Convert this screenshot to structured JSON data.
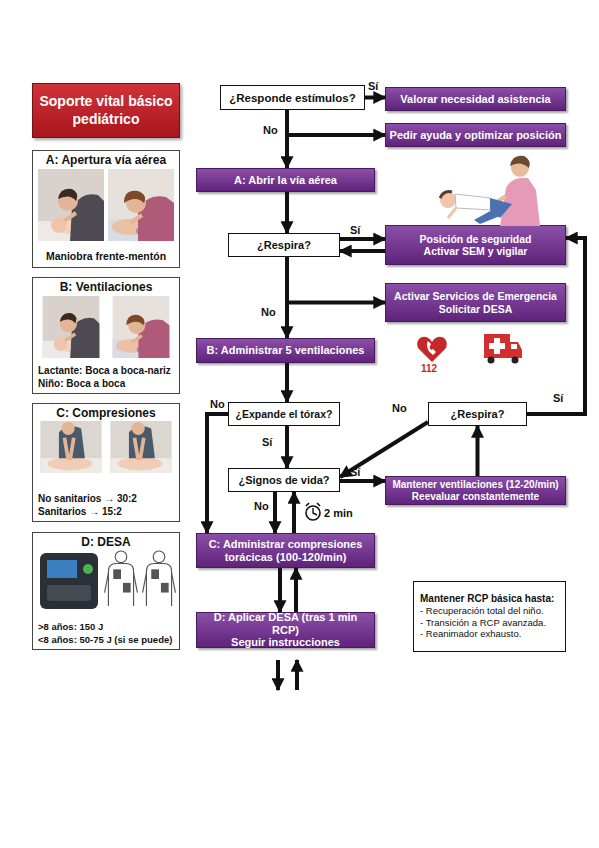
{
  "diagram": {
    "title": "Soporte vital básico pediátrico",
    "nodes": [
      {
        "text": [
          "A: Apertura vía aérea",
          "Maniobra frente-mentón"
        ]
      },
      {
        "text": [
          "B: Ventilaciones",
          "Lactante: Boca a boca-nariz",
          "Niño: Boca a boca"
        ]
      },
      {
        "text": [
          "C: Compresiones",
          "No sanitarios → 30:2",
          "Sanitarios → 15:2"
        ]
      },
      {
        "text": [
          "D: DESA",
          ">8 años: 150 J",
          "<8 años: 50-75 J (si se puede)"
        ]
      },
      {
        "text": [
          "¿Responde estímulos?"
        ]
      },
      {
        "text": [
          "Valorar necesidad asistencia"
        ]
      },
      {
        "text": [
          "Pedir ayuda y optimizar posición"
        ]
      },
      {
        "text": [
          "A: Abrir la vía aérea"
        ]
      },
      {
        "text": [
          "¿Respira?"
        ]
      },
      {
        "text": [
          "Posición de seguridad",
          "Activar SEM y vigilar"
        ]
      },
      {
        "text": [
          "Activar Servicios de Emergencia",
          "Solicitar DESA"
        ]
      },
      {
        "text": [
          "B: Administrar 5 ventilaciones"
        ]
      },
      {
        "text": [
          "¿Expande el tórax?"
        ]
      },
      {
        "text": [
          "¿Respira?"
        ]
      },
      {
        "text": [
          "¿Signos de vida?"
        ]
      },
      {
        "text": [
          "Mantener ventilaciones (12-20/min)",
          "Reevaluar constantemente"
        ]
      },
      {
        "text": [
          "C: Administrar compresiones torácicas (100-120/min)"
        ]
      },
      {
        "text": [
          "D: Aplicar DESA (tras 1 min RCP)",
          "Seguir instrucciones"
        ]
      },
      {
        "text": [
          "Mantener RCP básica hasta:",
          "- Recuperación total del niño.",
          "- Transición a RCP avanzada.",
          "- Reanimador exhausto."
        ]
      }
    ],
    "edges": [
      {
        "from": 4,
        "to": 5,
        "label": "Sí",
        "arrow": "to"
      },
      {
        "from": 4,
        "to": 7,
        "label": "No",
        "arrow": "to"
      },
      {
        "from": 4,
        "to": 6,
        "arrow": "to"
      },
      {
        "from": 7,
        "to": 8,
        "arrow": "to"
      },
      {
        "from": 8,
        "to": 9,
        "label": "Sí",
        "arrow": "to"
      },
      {
        "from": 9,
        "to": 8,
        "arrow": "to"
      },
      {
        "from": 8,
        "to": 10,
        "arrow": "to"
      },
      {
        "from": 8,
        "to": 11,
        "label": "No",
        "arrow": "to"
      },
      {
        "from": 11,
        "to": 12,
        "arrow": "to"
      },
      {
        "from": 12,
        "to": 14,
        "label": "Sí",
        "arrow": "to"
      },
      {
        "from": 12,
        "to": 16,
        "label": "No",
        "arrow": "to"
      },
      {
        "from": 14,
        "to": 15,
        "label": "Sí",
        "arrow": "to"
      },
      {
        "from": 14,
        "to": 16,
        "label": "No",
        "arrow": "to"
      },
      {
        "from": 16,
        "to": 14,
        "label": "2 min",
        "arrow": "to"
      },
      {
        "from": 15,
        "to": 13,
        "arrow": "to"
      },
      {
        "from": 13,
        "to": 14,
        "label": "No",
        "arrow": "to"
      },
      {
        "from": 13,
        "to": 9,
        "label": "Sí",
        "arrow": "to"
      },
      {
        "from": 16,
        "to": 17,
        "arrow": "to"
      },
      {
        "from": 17,
        "to": 16,
        "arrow": "to"
      }
    ],
    "labels": [
      "112"
    ]
  }
}
